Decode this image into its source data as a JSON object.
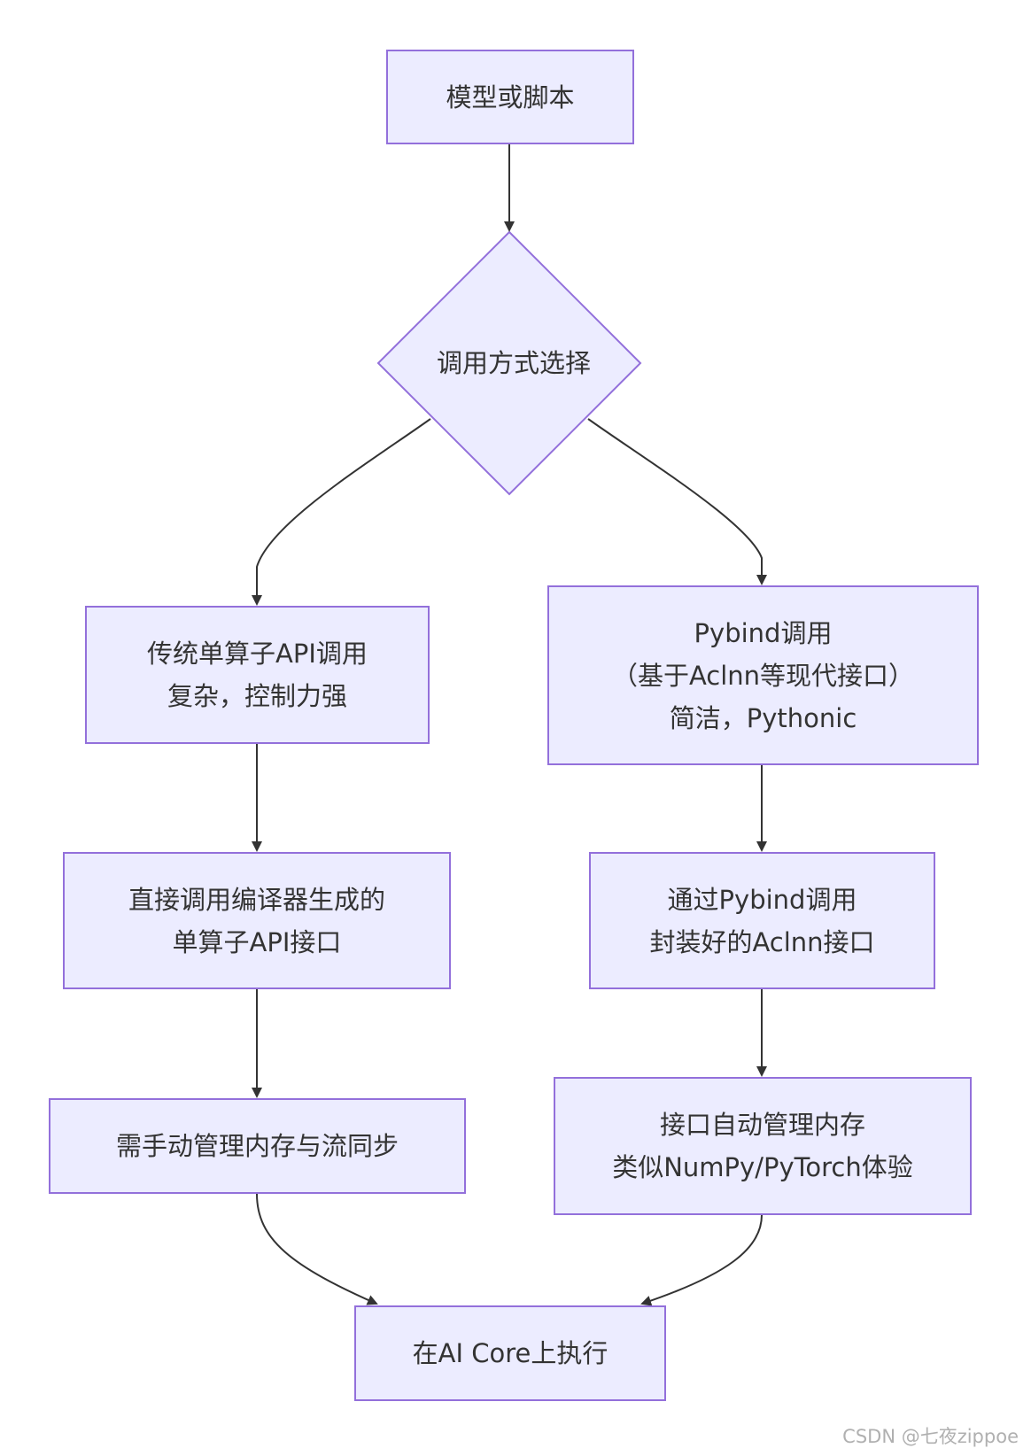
{
  "nodes": {
    "start": "模型或脚本",
    "decision": "调用方式选择",
    "left": {
      "box1": [
        "传统单算子API调用",
        "复杂，控制力强"
      ],
      "box2": [
        "直接调用编译器生成的",
        "单算子API接口"
      ],
      "box3": [
        "需手动管理内存与流同步"
      ]
    },
    "right": {
      "box1": [
        "Pybind调用",
        "（基于Aclnn等现代接口）",
        "简洁，Pythonic"
      ],
      "box2": [
        "通过Pybind调用",
        "封装好的Aclnn接口"
      ],
      "box3": [
        "接口自动管理内存",
        "类似NumPy/PyTorch体验"
      ]
    },
    "end": "在AI Core上执行"
  },
  "colors": {
    "node_fill": "#ececff",
    "node_border": "#9370db",
    "edge": "#333333",
    "text": "#333333",
    "watermark": "#b0b0b0"
  },
  "watermark": "CSDN @七夜zippoe"
}
